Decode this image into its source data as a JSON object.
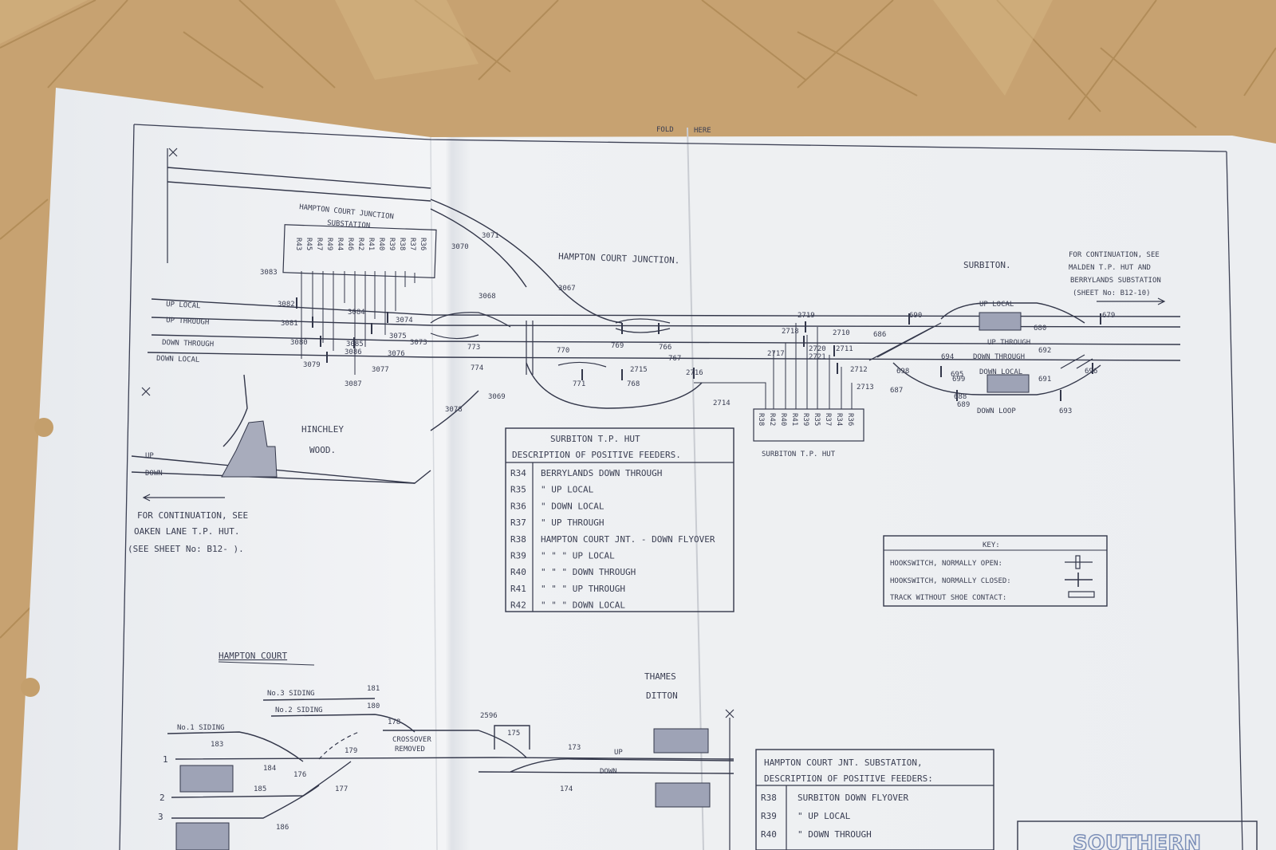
{
  "fold_note": {
    "left": "FOLD",
    "right": "HERE"
  },
  "top": {
    "substation_title": "HAMPTON COURT JUNCTION",
    "substation_sub": "SUBSTATION",
    "sub_ids": [
      "R43",
      "R45",
      "R47",
      "R49",
      "R44",
      "R46",
      "R42",
      "R41",
      "R40",
      "R39",
      "R38",
      "R37",
      "R36"
    ],
    "junction": "HAMPTON COURT JUNCTION.",
    "surbiton": "SURBITON.",
    "continuation_right": [
      "FOR CONTINUATION, SEE",
      "MALDEN T.P. HUT AND",
      "BERRYLANDS SUBSTATION",
      "(SHEET No: B12-10)"
    ],
    "tracks": [
      "UP LOCAL",
      "UP THROUGH",
      "DOWN THROUGH",
      "DOWN LOCAL"
    ],
    "hinchley": [
      "HINCHLEY",
      "WOOD."
    ],
    "up": "UP",
    "down": "DOWN",
    "continuation_left": [
      "FOR CONTINUATION, SEE",
      "OAKEN LANE T.P. HUT.",
      "(SEE SHEET No: B12-     )."
    ],
    "tp_hut_label": "SURBITON T.P. HUT",
    "tp_hut_ids": [
      "R38",
      "R42",
      "R40",
      "R41",
      "R39",
      "R35",
      "R37",
      "R34",
      "R36"
    ],
    "right_tracks": {
      "up_local": "UP LOCAL",
      "up_through": "UP THROUGH",
      "down_through": "DOWN THROUGH",
      "down_local": "DOWN LOCAL",
      "down_loop": "DOWN LOOP"
    },
    "numbers": [
      "3083",
      "3082",
      "3081",
      "3080",
      "3079",
      "3087",
      "3084",
      "3085",
      "3086",
      "3077",
      "3076",
      "3075",
      "3074",
      "3073",
      "3070",
      "3071",
      "3068",
      "3067",
      "3069",
      "3078",
      "773",
      "774",
      "770",
      "771",
      "769",
      "766",
      "767",
      "768",
      "2715",
      "2716",
      "2714",
      "2717",
      "2718",
      "2719",
      "2720",
      "2721",
      "2710",
      "2711",
      "2712",
      "2713",
      "686",
      "690",
      "687",
      "688",
      "689",
      "680",
      "691",
      "692",
      "693",
      "696",
      "679",
      "698",
      "699",
      "694",
      "695"
    ]
  },
  "feeders_table": {
    "title": "SURBITON T.P. HUT",
    "subtitle": "DESCRIPTION OF POSITIVE FEEDERS.",
    "rows": [
      {
        "id": "R34",
        "desc": "BERRYLANDS DOWN THROUGH"
      },
      {
        "id": "R35",
        "desc": "\"        UP LOCAL"
      },
      {
        "id": "R36",
        "desc": "\"        DOWN LOCAL"
      },
      {
        "id": "R37",
        "desc": "\"        UP THROUGH"
      },
      {
        "id": "R38",
        "desc": "HAMPTON COURT JNT. - DOWN FLYOVER"
      },
      {
        "id": "R39",
        "desc": "\"    \"    \"  UP LOCAL"
      },
      {
        "id": "R40",
        "desc": "\"    \"    \"  DOWN THROUGH"
      },
      {
        "id": "R41",
        "desc": "\"    \"    \"  UP THROUGH"
      },
      {
        "id": "R42",
        "desc": "\"    \"    \"  DOWN LOCAL"
      }
    ]
  },
  "key": {
    "title": "KEY:",
    "items": [
      {
        "label": "HOOKSWITCH, NORMALLY OPEN:",
        "icon": "hookswitch-open"
      },
      {
        "label": "HOOKSWITCH, NORMALLY CLOSED:",
        "icon": "hookswitch-closed"
      },
      {
        "label": "TRACK WITHOUT SHOE CONTACT:",
        "icon": "track-no-shoe"
      }
    ]
  },
  "bottom": {
    "hampton_court": "HAMPTON COURT",
    "sidings": [
      "No.3 SIDING",
      "No.2 SIDING",
      "No.1 SIDING"
    ],
    "thames": [
      "THAMES",
      "DITTON"
    ],
    "crossover": [
      "CROSSOVER",
      "REMOVED"
    ],
    "platforms": [
      "1",
      "2",
      "3"
    ],
    "up": "UP",
    "down": "DOWN",
    "numbers": [
      "181",
      "180",
      "178",
      "183",
      "184",
      "176",
      "179",
      "177",
      "185",
      "186",
      "2596",
      "175",
      "173",
      "174"
    ]
  },
  "sub_table": {
    "title": "HAMPTON COURT JNT. SUBSTATION,",
    "subtitle": "DESCRIPTION OF POSITIVE FEEDERS:",
    "rows": [
      {
        "id": "R38",
        "desc": "SURBITON DOWN FLYOVER"
      },
      {
        "id": "R39",
        "desc": "\"      UP LOCAL"
      },
      {
        "id": "R40",
        "desc": "\"      DOWN THROUGH"
      }
    ]
  },
  "title_block_text": "SOUTHERN",
  "colors": {
    "floor": "#c9a574",
    "paper": "#eef0f2",
    "ink": "#33374a"
  }
}
